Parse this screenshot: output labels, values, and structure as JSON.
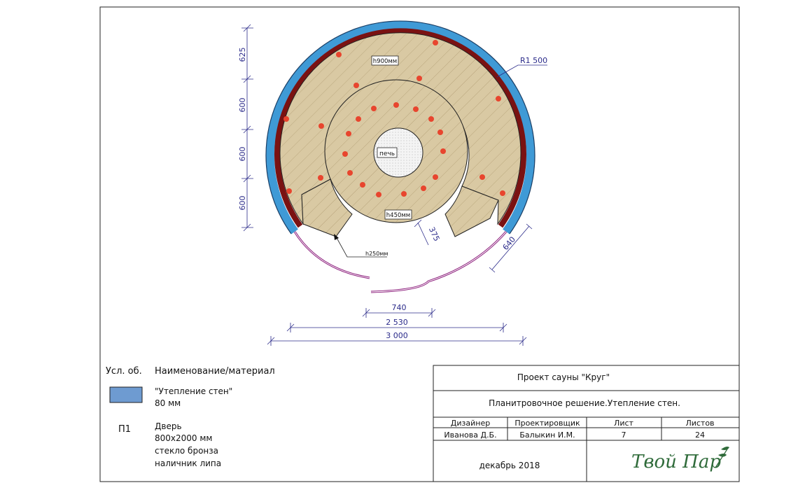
{
  "colors": {
    "insulation": "#3f9ad6",
    "wall": "#7a1212",
    "floor": "#d9c9a3",
    "dimension": "#2b2b8a",
    "door": "#8a1a7a",
    "heater_dot": "#e8452e",
    "legend_swatch": "#6e9bd1",
    "logo_green": "#2f6b3a"
  },
  "plan": {
    "radius_label": "R1 500",
    "labels": {
      "upper_bench_height": "h900мм",
      "lower_bench_height": "h450мм",
      "step_height": "h250мм",
      "stove": "печь"
    },
    "dimensions": {
      "left": [
        "625",
        "600",
        "600",
        "600"
      ],
      "bench_depth": "375",
      "door_width": "640",
      "bottom": [
        "740",
        "2 530",
        "3 000"
      ]
    }
  },
  "legend": {
    "header_symbol": "Усл. об.",
    "header_name": "Наименование/материал",
    "items": [
      {
        "symbol": "",
        "lines": [
          "\"Утепление стен\"",
          "80 мм"
        ]
      },
      {
        "symbol": "П1",
        "lines": [
          "Дверь",
          "800х2000 мм",
          "стекло бронза",
          "наличник липа"
        ]
      }
    ]
  },
  "title_block": {
    "project": "Проект сауны \"Круг\"",
    "sheet_title": "Планитровочное решение.Утепление стен.",
    "headers": [
      "Дизайнер",
      "Проектировщик",
      "Лист",
      "Листов"
    ],
    "values": [
      "Иванова Д.Б.",
      "Балыкин И.М.",
      "7",
      "24"
    ],
    "date": "декабрь 2018",
    "logo": "Твой Пар"
  }
}
